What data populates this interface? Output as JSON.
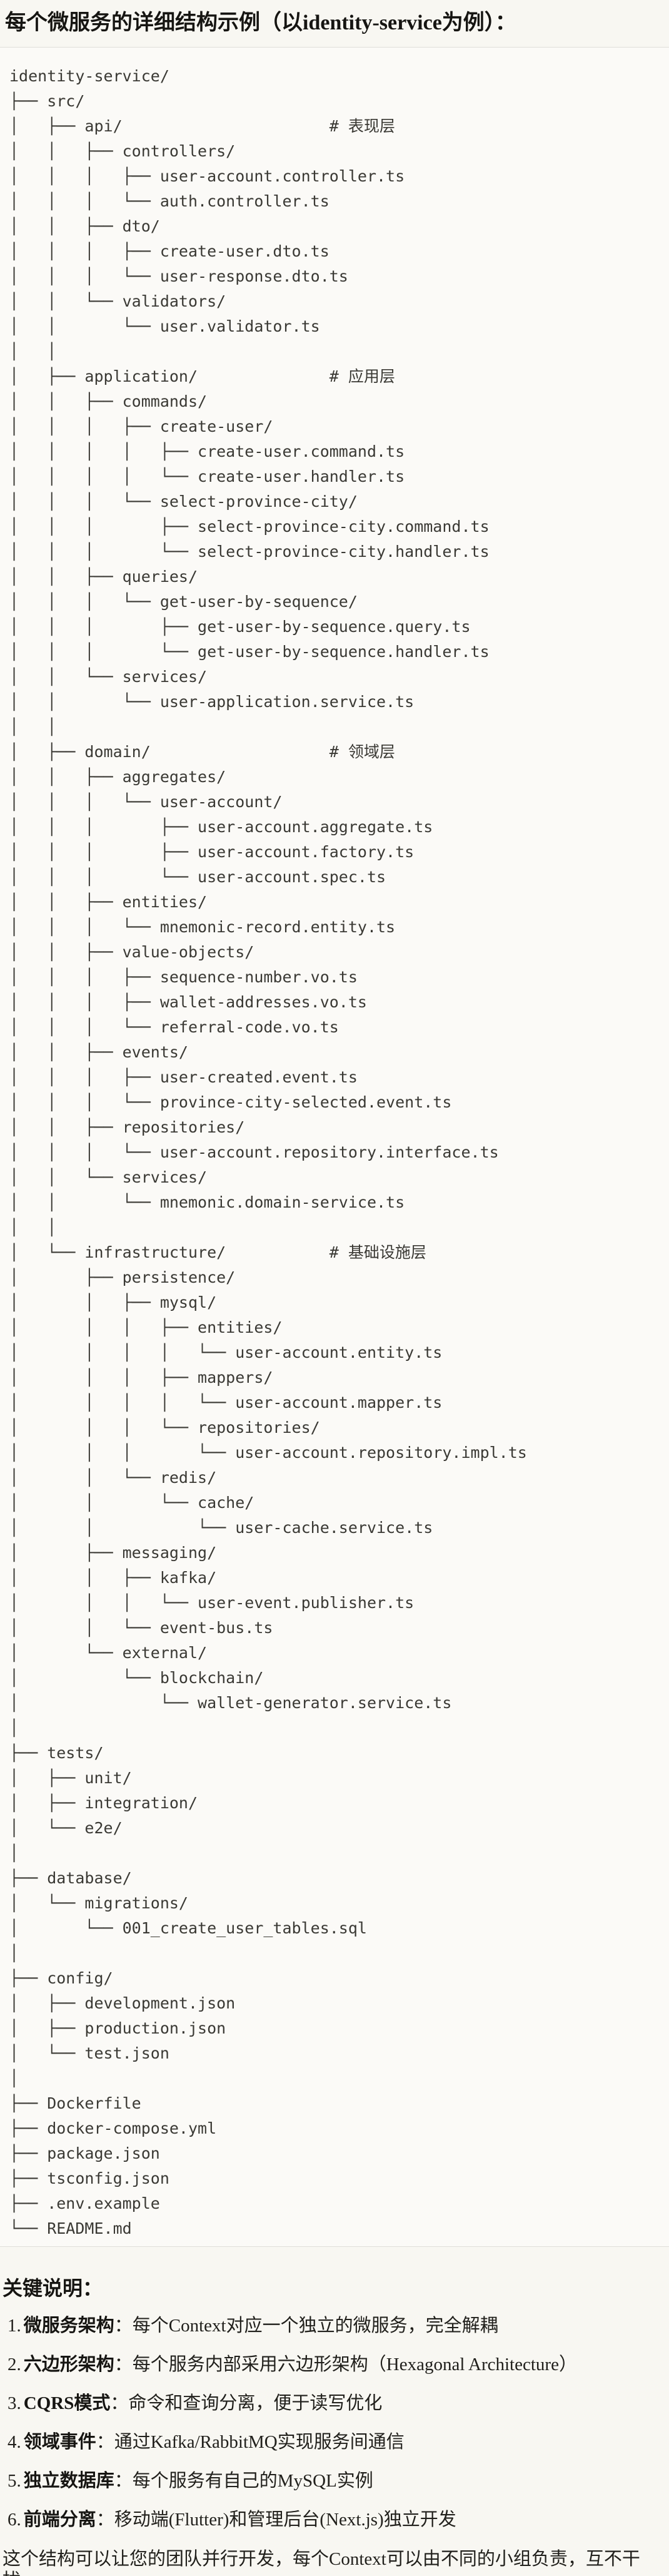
{
  "title": "每个微服务的详细结构示例（以identity-service为例）：",
  "colors": {
    "page_background": "#f8f7f2",
    "code_background": "#fbfaf7",
    "code_border": "#e0dfda",
    "tree_text": "#3a3934",
    "body_text": "#21201c",
    "heading_text": "#161512"
  },
  "code_block": {
    "language": "plain-text-tree",
    "tree_lines": [
      "identity-service/",
      "├── src/",
      "│   ├── api/                      # 表现层",
      "│   │   ├── controllers/",
      "│   │   │   ├── user-account.controller.ts",
      "│   │   │   └── auth.controller.ts",
      "│   │   ├── dto/",
      "│   │   │   ├── create-user.dto.ts",
      "│   │   │   └── user-response.dto.ts",
      "│   │   └── validators/",
      "│   │       └── user.validator.ts",
      "│   │",
      "│   ├── application/              # 应用层",
      "│   │   ├── commands/",
      "│   │   │   ├── create-user/",
      "│   │   │   │   ├── create-user.command.ts",
      "│   │   │   │   └── create-user.handler.ts",
      "│   │   │   └── select-province-city/",
      "│   │   │       ├── select-province-city.command.ts",
      "│   │   │       └── select-province-city.handler.ts",
      "│   │   ├── queries/",
      "│   │   │   └── get-user-by-sequence/",
      "│   │   │       ├── get-user-by-sequence.query.ts",
      "│   │   │       └── get-user-by-sequence.handler.ts",
      "│   │   └── services/",
      "│   │       └── user-application.service.ts",
      "│   │",
      "│   ├── domain/                   # 领域层",
      "│   │   ├── aggregates/",
      "│   │   │   └── user-account/",
      "│   │   │       ├── user-account.aggregate.ts",
      "│   │   │       ├── user-account.factory.ts",
      "│   │   │       └── user-account.spec.ts",
      "│   │   ├── entities/",
      "│   │   │   └── mnemonic-record.entity.ts",
      "│   │   ├── value-objects/",
      "│   │   │   ├── sequence-number.vo.ts",
      "│   │   │   ├── wallet-addresses.vo.ts",
      "│   │   │   └── referral-code.vo.ts",
      "│   │   ├── events/",
      "│   │   │   ├── user-created.event.ts",
      "│   │   │   └── province-city-selected.event.ts",
      "│   │   ├── repositories/",
      "│   │   │   └── user-account.repository.interface.ts",
      "│   │   └── services/",
      "│   │       └── mnemonic.domain-service.ts",
      "│   │",
      "│   └── infrastructure/           # 基础设施层",
      "│       ├── persistence/",
      "│       │   ├── mysql/",
      "│       │   │   ├── entities/",
      "│       │   │   │   └── user-account.entity.ts",
      "│       │   │   ├── mappers/",
      "│       │   │   │   └── user-account.mapper.ts",
      "│       │   │   └── repositories/",
      "│       │   │       └── user-account.repository.impl.ts",
      "│       │   └── redis/",
      "│       │       └── cache/",
      "│       │           └── user-cache.service.ts",
      "│       ├── messaging/",
      "│       │   ├── kafka/",
      "│       │   │   └── user-event.publisher.ts",
      "│       │   └── event-bus.ts",
      "│       └── external/",
      "│           └── blockchain/",
      "│               └── wallet-generator.service.ts",
      "│",
      "├── tests/",
      "│   ├── unit/",
      "│   ├── integration/",
      "│   └── e2e/",
      "│",
      "├── database/",
      "│   └── migrations/",
      "│       └── 001_create_user_tables.sql",
      "│",
      "├── config/",
      "│   ├── development.json",
      "│   ├── production.json",
      "│   └── test.json",
      "│",
      "├── Dockerfile",
      "├── docker-compose.yml",
      "├── package.json",
      "├── tsconfig.json",
      "├── .env.example",
      "└── README.md"
    ]
  },
  "notes": {
    "heading": "关键说明：",
    "items": [
      {
        "number": "1.",
        "label": "微服务架构",
        "text": "：每个Context对应一个独立的微服务，完全解耦"
      },
      {
        "number": "2.",
        "label": "六边形架构",
        "text": "：每个服务内部采用六边形架构（Hexagonal Architecture）"
      },
      {
        "number": "3.",
        "label": "CQRS模式",
        "text": "：命令和查询分离，便于读写优化"
      },
      {
        "number": "4.",
        "label": "领域事件",
        "text": "：通过Kafka/RabbitMQ实现服务间通信"
      },
      {
        "number": "5.",
        "label": "独立数据库",
        "text": "：每个服务有自己的MySQL实例"
      },
      {
        "number": "6.",
        "label": "前端分离",
        "text": "：移动端(Flutter)和管理后台(Next.js)独立开发"
      }
    ],
    "footer": "这个结构可以让您的团队并行开发，每个Context可以由不同的小组负责，互不干扰。"
  }
}
